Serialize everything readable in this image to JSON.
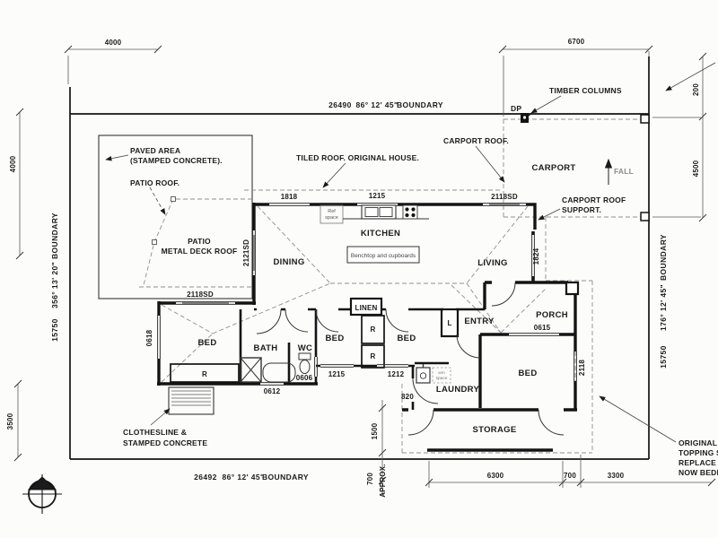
{
  "boundaries": {
    "top": {
      "length": "26490",
      "bearing": "86° 12' 45\"",
      "word": "BOUNDARY"
    },
    "bottom": {
      "length": "26492",
      "bearing": "86° 12' 45\"",
      "word": "BOUNDARY"
    },
    "left": {
      "length": "15750",
      "bearing": "356° 13' 20\"",
      "word": "BOUNDARY"
    },
    "right": {
      "length": "15750",
      "bearing": "176° 12' 45\"",
      "word": "BOUNDARY"
    }
  },
  "dims": {
    "top_left": "4000",
    "left_upper": "4000",
    "top_right": "6700",
    "right_small": "200",
    "right_big": "4500",
    "left_lower": "3500",
    "mid_1500": "1500",
    "mid_700": "700",
    "mid_approx": "APPROX.",
    "bottom_a": "6300",
    "bottom_b": "700",
    "bottom_c": "3300",
    "w1818": "1818",
    "w1215": "1215",
    "sd2118_top": "2118SD",
    "sd2121": "2121SD",
    "sd2118_bed": "2118SD",
    "w0618": "0618",
    "d0612": "0612",
    "d0606": "0606",
    "w1215b": "1215",
    "w1212": "1212",
    "d820": "820",
    "w0615": "0615",
    "w1824": "1824",
    "w2118": "2118"
  },
  "rooms": {
    "dining": "DINING",
    "kitchen": "KITCHEN",
    "living": "LIVING",
    "bed": "BED",
    "bath": "BATH",
    "wc": "WC",
    "linen": "LINEN",
    "entry": "ENTRY",
    "porch": "PORCH",
    "laundry": "LAUNDRY",
    "storage": "STORAGE",
    "carport": "CARPORT",
    "robe": "R",
    "l_closet": "L"
  },
  "annotations": {
    "paved_1": "PAVED AREA",
    "paved_2": "(STAMPED CONCRETE).",
    "patio_roof": "PATIO ROOF.",
    "patio_1": "PATIO",
    "patio_2": "METAL DECK ROOF",
    "tiled_roof": "TILED ROOF. ORIGINAL HOUSE.",
    "carport_roof": "CARPORT ROOF.",
    "timber": "TIMBER COLUMNS",
    "dp": "DP",
    "support_1": "CARPORT ROOF",
    "support_2": "SUPPORT.",
    "fall": "FALL",
    "clothes_1": "CLOTHESLINE &",
    "clothes_2": "STAMPED CONCRETE",
    "note_1": "ORIGINAL GA",
    "note_2": "TOPPING SLA",
    "note_3": "REPLACE PA",
    "note_4": "NOW BEDROO"
  },
  "fixtures": {
    "ref_1": "Ref",
    "ref_2": "space",
    "bench": "Benchtop and cupboards",
    "wm_1": "wm",
    "wm_2": "space"
  },
  "colors": {
    "line": "#141414",
    "dashed": "#8f8f8f",
    "dim_line": "#3a3a3a"
  }
}
